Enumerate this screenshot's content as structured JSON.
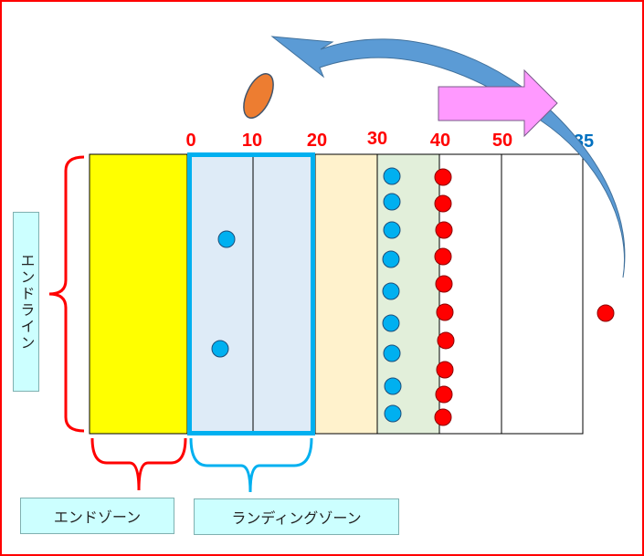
{
  "labels": {
    "endline": "エンドライン",
    "endzone": "エンドゾーン",
    "landing_zone": "ランディングゾーン"
  },
  "yard_markers": [
    "0",
    "10",
    "20",
    "30",
    "40",
    "50"
  ],
  "distance_marker": "35",
  "colors": {
    "endzone": "#FFFF00",
    "landing_zone": "#DEEBF7",
    "landing_border": "#00B0F0",
    "zone_30": "#FFF2CC",
    "zone_40": "#E2EFDA",
    "team_blue": "#00B0F0",
    "team_red": "#FF0000",
    "kick_arrow": "#5B9BD5",
    "advance_arrow": "#FF99FF",
    "disc": "#ED7D31"
  }
}
